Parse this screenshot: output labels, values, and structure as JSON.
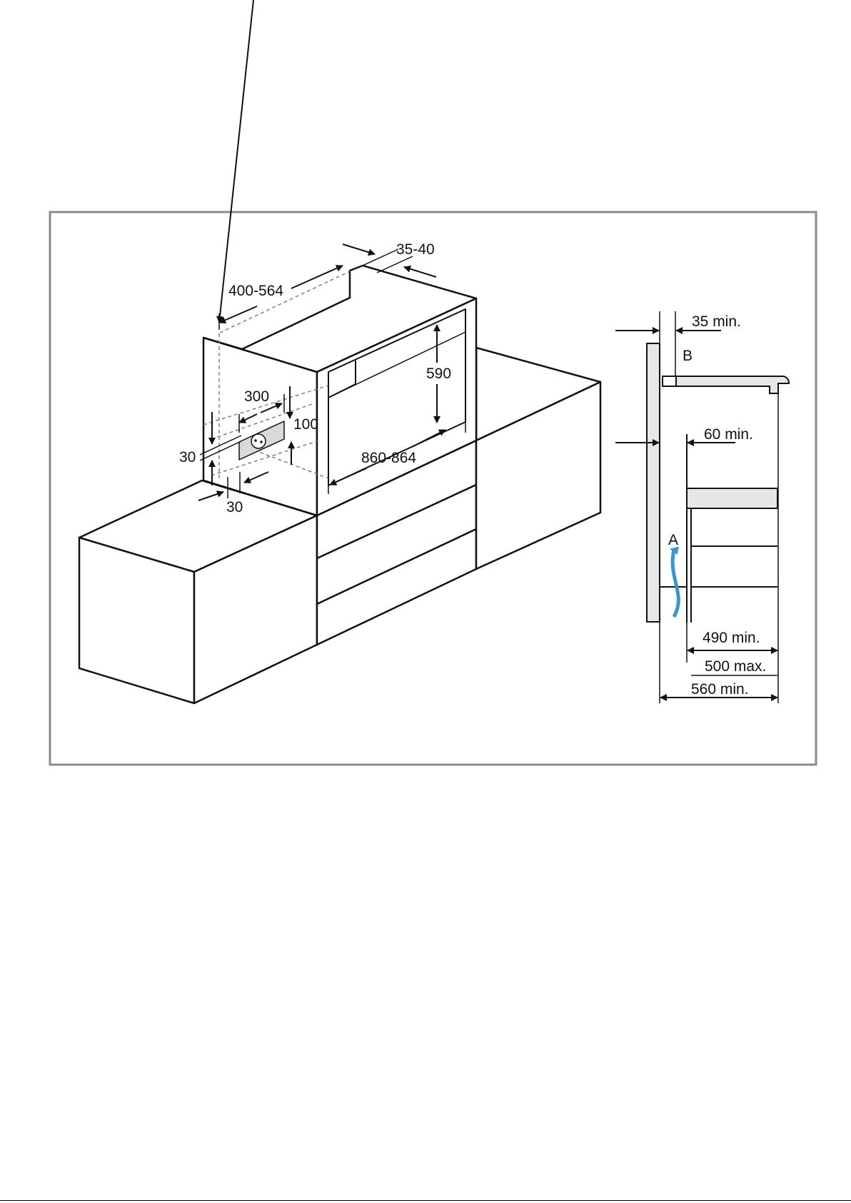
{
  "colors": {
    "ink": "#111111",
    "frame": "#8a8a8a",
    "panel_fill": "#e6e6e6",
    "airflow": "#3a95cf"
  },
  "labels": {
    "niche_depth": "400-564",
    "gap_35_40": "35-40",
    "height_590": "590",
    "width_860_864": "860-864",
    "socket_width_300": "300",
    "socket_height_100": "100",
    "side_30": "30",
    "bottom_30": "30",
    "min_35": "35 min.",
    "marker_b": "B",
    "min_60": "60 min.",
    "marker_a": "A",
    "min_490": "490 min.",
    "max_500": "500 max.",
    "min_560": "560 min."
  }
}
